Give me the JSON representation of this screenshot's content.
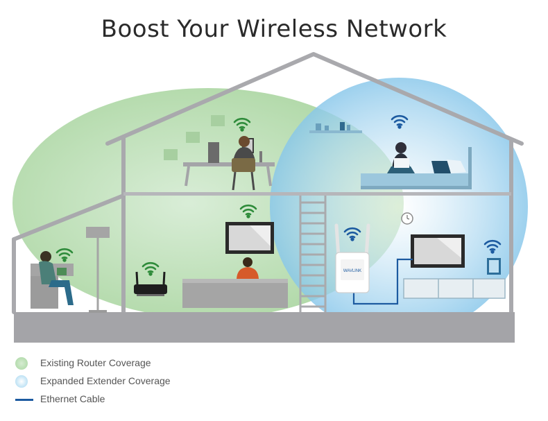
{
  "title": "Boost Your Wireless Network",
  "colors": {
    "router_coverage": "#a8d6a0",
    "extender_coverage": "#8ecbea",
    "house_outline": "#a7a7ab",
    "ethernet_cable": "#1c5aa0",
    "wifi_signal_green": "#2e8b3a",
    "wifi_signal_blue": "#1c5aa0"
  },
  "devices": {
    "router": "router-icon",
    "extender": "extender-icon",
    "wifi": "wifi-icon"
  },
  "extender": {
    "brand_label": "WAVLINK"
  },
  "legend": [
    {
      "label": "Existing Router Coverage",
      "kind": "dot",
      "color": "#a8d6a0"
    },
    {
      "label": "Expanded Extender Coverage",
      "kind": "dot",
      "color": "#c7e6f6"
    },
    {
      "label": "Ethernet Cable",
      "kind": "line",
      "color": "#1c5aa0"
    }
  ]
}
